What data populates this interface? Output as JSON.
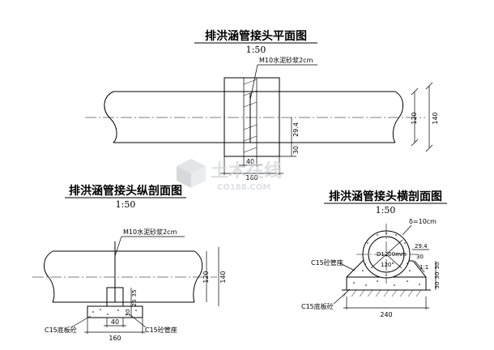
{
  "plan": {
    "title": "排洪涵管接头平面图",
    "scale": "1:50",
    "note": "M10水泥砂浆2cm",
    "dims": {
      "d120": "120",
      "d140": "140",
      "d29_4": "29.4",
      "d30": "30",
      "d40": "40",
      "d160": "160"
    }
  },
  "longitudinal": {
    "title": "排洪涵管接头纵剖面图",
    "scale": "1:50",
    "note_mortar": "M10水泥砂浆2cm",
    "label_base": "C15底板砼",
    "label_seat": "C15砼管座",
    "dims": {
      "d120": "120",
      "d140": "140",
      "d30": "30",
      "d25": "25",
      "d35": "35",
      "d40": "40",
      "d160": "160"
    }
  },
  "cross": {
    "title": "排洪涵管接头横剖面图",
    "scale": "1:50",
    "delta": "δ=10cm",
    "diameter": "D1200mm",
    "angle": "120°",
    "slope": "1:1",
    "label_seat": "C15砼管座",
    "label_base": "C15底板砼",
    "dims": {
      "d29_4": "29.4",
      "d30": "30",
      "d30a": "30",
      "d30b": "30",
      "d30c": "30",
      "d240": "240"
    }
  },
  "watermark": {
    "main": "土木在线",
    "sub": "CO188.COM"
  }
}
